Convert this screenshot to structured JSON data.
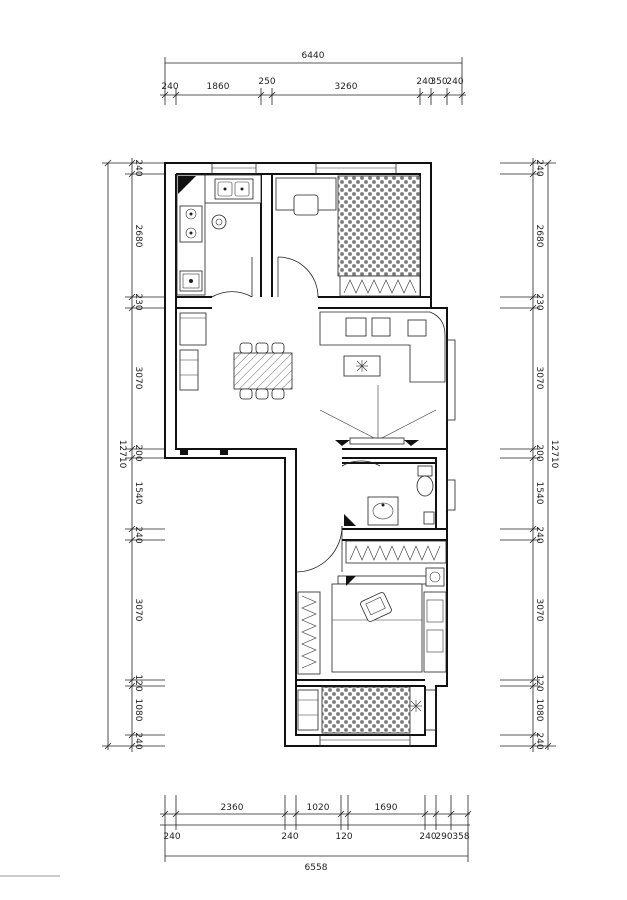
{
  "dimensions": {
    "top_total": "6440",
    "top_segments": [
      "240",
      "1860",
      "250",
      "3260",
      "240",
      "350",
      "240"
    ],
    "bottom_segments_upper": [
      "2360",
      "1020",
      "1690"
    ],
    "bottom_segments_lower": [
      "240",
      "240",
      "120",
      "240",
      "290",
      "358"
    ],
    "bottom_total": "6558",
    "left_total": "12710",
    "left_segments": [
      "240",
      "2680",
      "230",
      "3070",
      "200",
      "1540",
      "240",
      "3070",
      "120",
      "1080",
      "240"
    ],
    "right_total": "12710",
    "right_segments": [
      "240",
      "2680",
      "230",
      "3070",
      "200",
      "1540",
      "240",
      "3070",
      "120",
      "1080",
      "240"
    ]
  },
  "colors": {
    "line": "#111111",
    "background": "#ffffff",
    "hatch": "#555555"
  }
}
